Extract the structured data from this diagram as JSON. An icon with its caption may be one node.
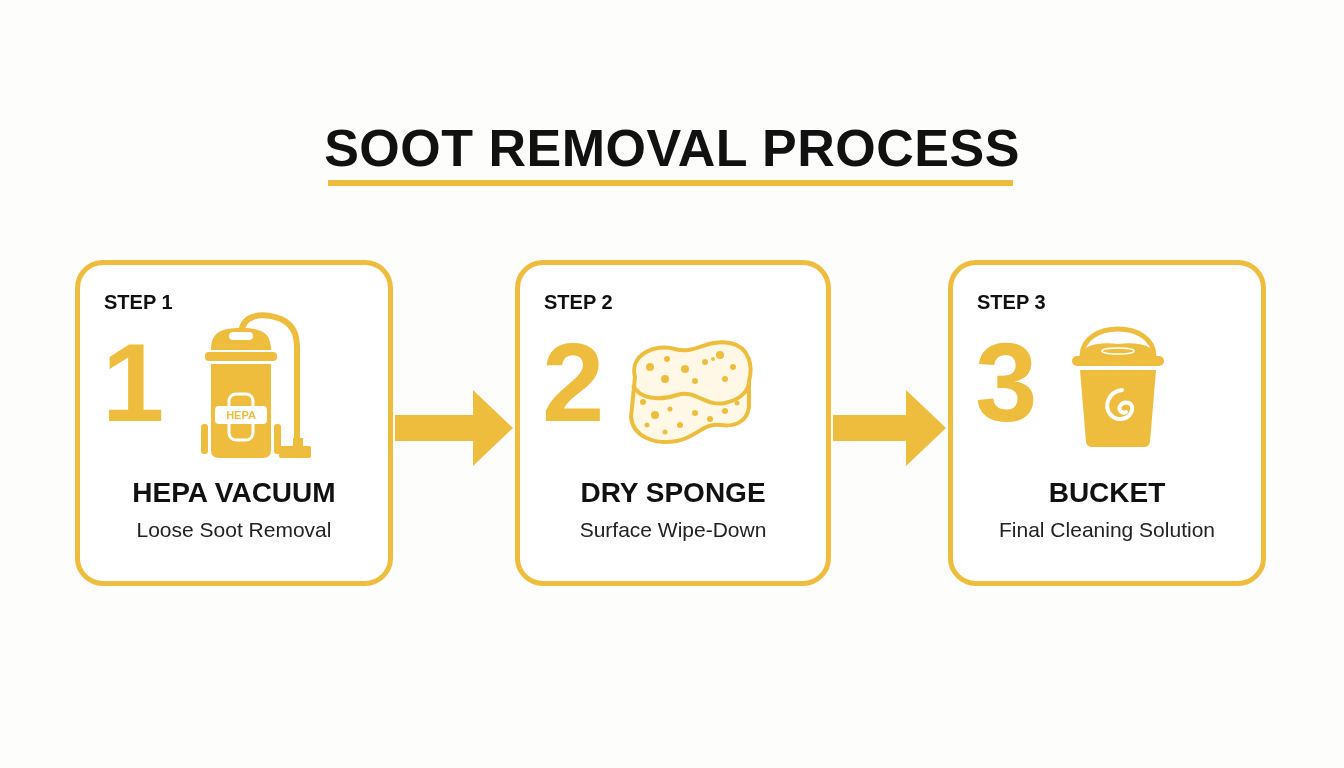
{
  "diagram": {
    "title": "SOOT REMOVAL PROCESS",
    "nodes": [
      {
        "text": [
          "STEP 1",
          "1",
          "HEPA VACUUM",
          "Loose Soot Removal"
        ]
      },
      {
        "text": [
          "STEP 2",
          "2",
          "DRY SPONGE",
          "Surface Wipe-Down"
        ]
      },
      {
        "text": [
          "STEP 3",
          "3",
          "BUCKET",
          "Final Cleaning Solution"
        ]
      }
    ],
    "edges": [
      {
        "from": 0,
        "to": 1,
        "arrow": "to"
      },
      {
        "from": 1,
        "to": 2,
        "arrow": "to"
      }
    ],
    "labels": [
      "HEPA"
    ]
  }
}
